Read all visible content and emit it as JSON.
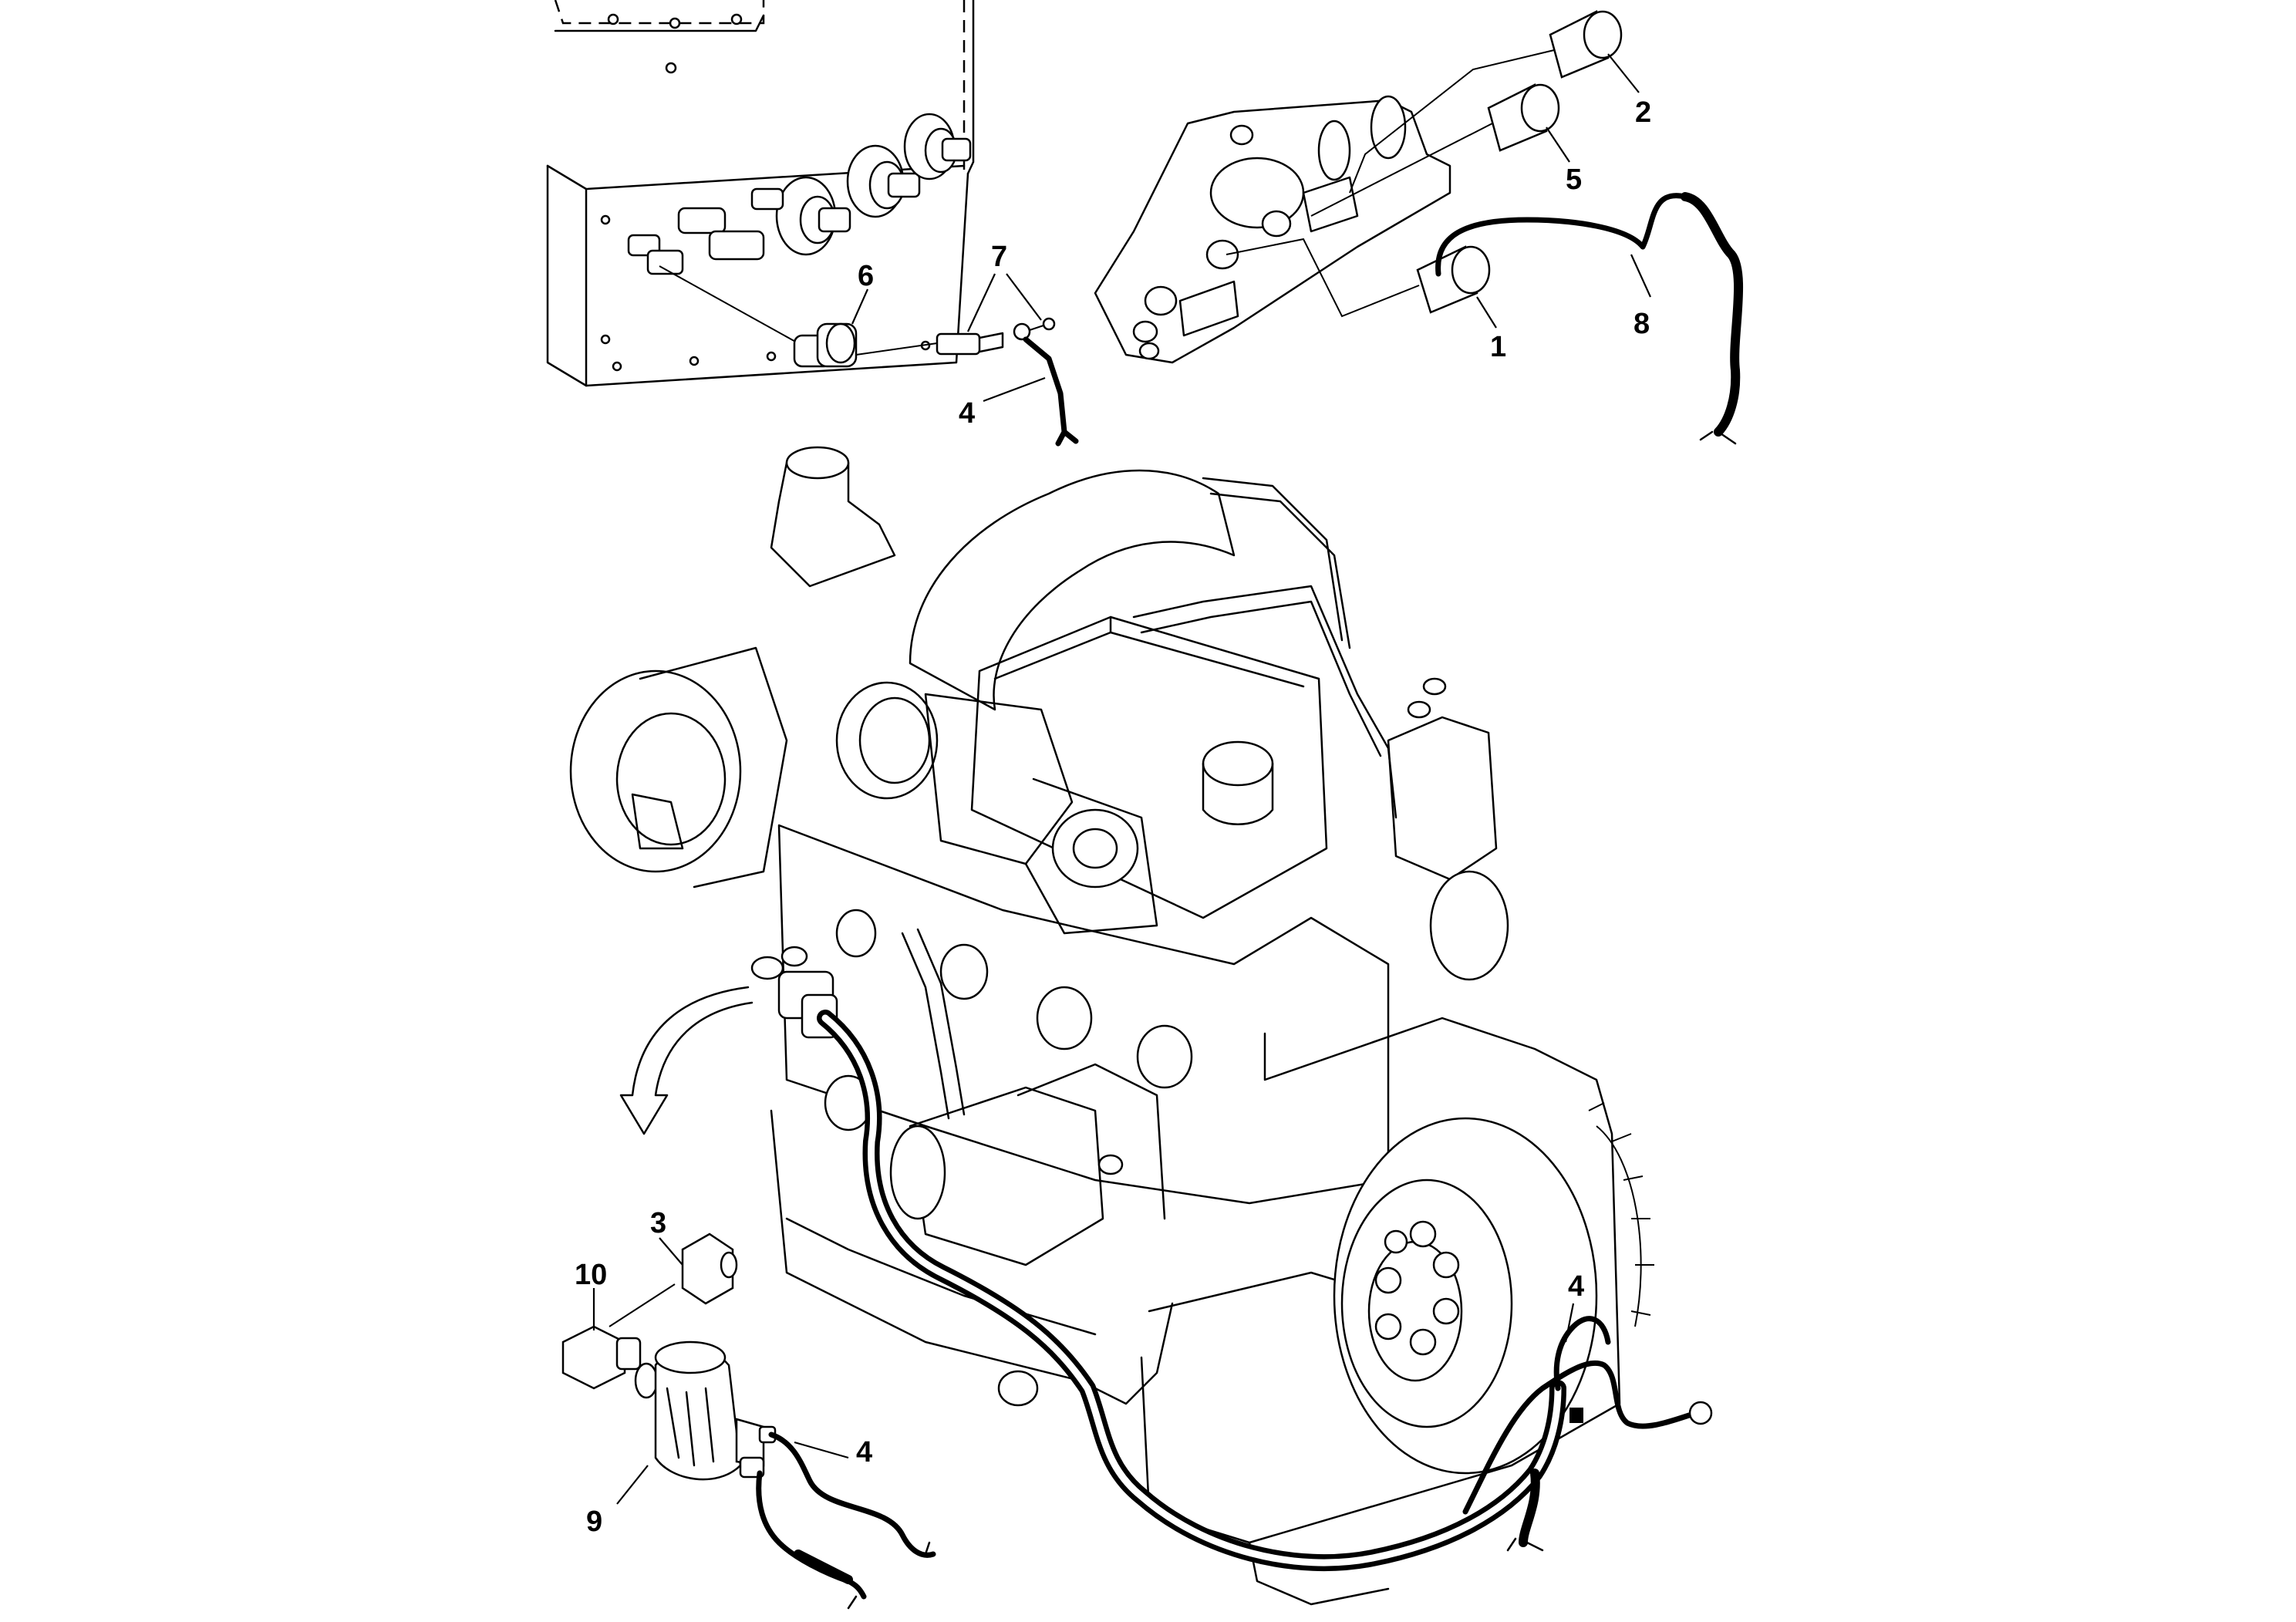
{
  "callouts": [
    {
      "id": "c1",
      "label": "1"
    },
    {
      "id": "c2",
      "label": "2"
    },
    {
      "id": "c3",
      "label": "3"
    },
    {
      "id": "c4a",
      "label": "4"
    },
    {
      "id": "c4b",
      "label": "4"
    },
    {
      "id": "c4c",
      "label": "4"
    },
    {
      "id": "c5",
      "label": "5"
    },
    {
      "id": "c6",
      "label": "6"
    },
    {
      "id": "c7",
      "label": "7"
    },
    {
      "id": "c8",
      "label": "8"
    },
    {
      "id": "c9",
      "label": "9"
    },
    {
      "id": "c10",
      "label": "10"
    }
  ]
}
